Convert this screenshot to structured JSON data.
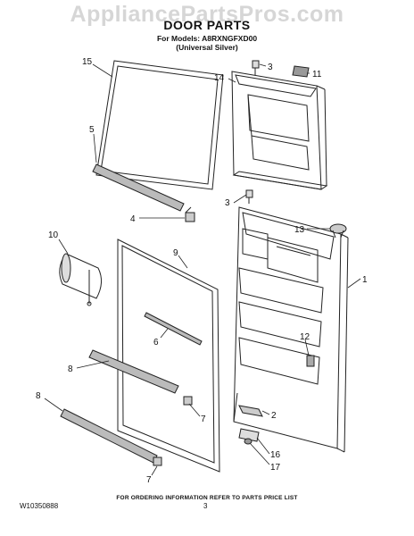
{
  "watermark": "AppliancePartsPros.com",
  "header": {
    "title": "DOOR PARTS",
    "models_line": "For Models: A8RXNGFXD00",
    "variant_line": "(Universal Silver)"
  },
  "callouts": {
    "c1": "1",
    "c2": "2",
    "c3a": "3",
    "c3b": "3",
    "c4": "4",
    "c5": "5",
    "c6": "6",
    "c7a": "7",
    "c7b": "7",
    "c8a": "8",
    "c8b": "8",
    "c9": "9",
    "c10": "10",
    "c11": "11",
    "c12": "12",
    "c13": "13",
    "c14": "14",
    "c15": "15",
    "c16": "16",
    "c17": "17"
  },
  "footer": {
    "ordering_note": "FOR ORDERING INFORMATION REFER TO PARTS PRICE LIST",
    "document_number": "W10350888",
    "page_number": "3"
  }
}
